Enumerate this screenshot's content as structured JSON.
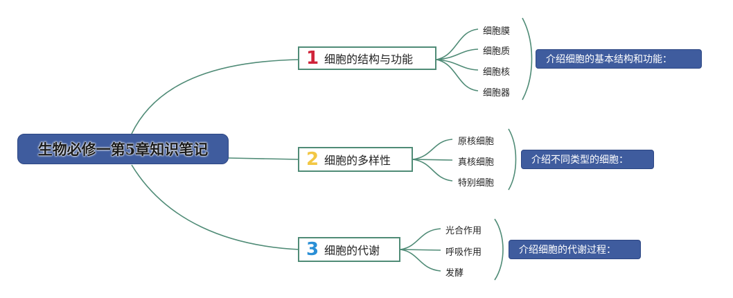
{
  "root": {
    "label": "生物必修一第5章知识笔记"
  },
  "branches": [
    {
      "number": "1",
      "number_color": "#d0243a",
      "label": "细胞的结构与功能",
      "leaves": [
        "细胞膜",
        "细胞质",
        "细胞核",
        "细胞器"
      ],
      "note": "介绍细胞的基本结构和功能："
    },
    {
      "number": "2",
      "number_color": "#f2c744",
      "label": "细胞的多样性",
      "leaves": [
        "原核细胞",
        "真核细胞",
        "特别细胞"
      ],
      "note": "介绍不同类型的细胞："
    },
    {
      "number": "3",
      "number_color": "#2a8fd6",
      "label": "细胞的代谢",
      "leaves": [
        "光合作用",
        "呼吸作用",
        "发酵"
      ],
      "note": "介绍细胞的代谢过程："
    }
  ],
  "colors": {
    "line": "#4f8b76",
    "root_fill": "#3f5c9e",
    "note_fill": "#3f5c9e"
  }
}
